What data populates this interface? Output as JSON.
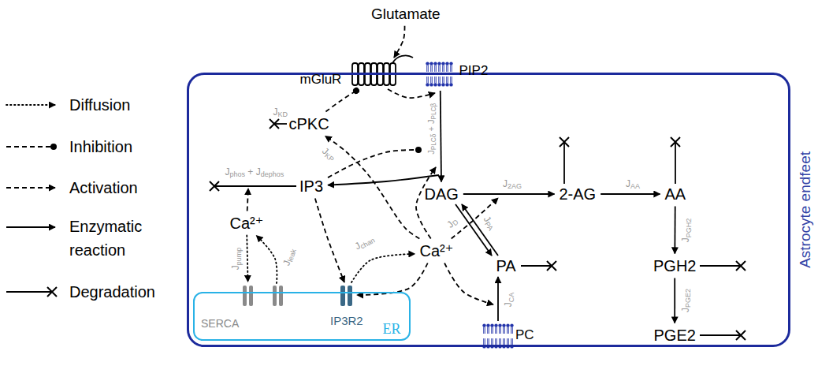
{
  "diagram": {
    "nodes": [
      {
        "text": [
          "Astrocyte endfeet"
        ]
      },
      {
        "text": [
          "Glutamate"
        ]
      },
      {
        "text": [
          "mGluR"
        ]
      },
      {
        "text": [
          "PIP2"
        ]
      },
      {
        "text": [
          "cPKC"
        ],
        "in": 0
      },
      {
        "text": [
          "IP3"
        ],
        "in": 0
      },
      {
        "text": [
          "Ca²⁺"
        ],
        "in": 0
      },
      {
        "text": [
          "DAG"
        ],
        "in": 0
      },
      {
        "text": [
          "2-AG"
        ],
        "in": 0
      },
      {
        "text": [
          "AA"
        ],
        "in": 0
      },
      {
        "text": [
          "Ca²⁺"
        ],
        "in": 0
      },
      {
        "text": [
          "PA"
        ],
        "in": 0
      },
      {
        "text": [
          "PGH2"
        ],
        "in": 0
      },
      {
        "text": [
          "PGE2"
        ],
        "in": 0
      },
      {
        "text": [
          "ER"
        ],
        "in": 0
      },
      {
        "text": [
          "SERCA"
        ],
        "in": 14
      },
      {
        "text": [
          "IP3R2"
        ],
        "in": 14
      },
      {
        "text": [
          "PC"
        ]
      }
    ],
    "edges": [
      {
        "from": 1,
        "to": 2,
        "arrow": "to"
      },
      {
        "from": 2,
        "to": 3,
        "arrow": "to"
      },
      {
        "from": 4,
        "to": 2,
        "arrow": "to"
      },
      {
        "from": 10,
        "to": 4,
        "arrow": "to",
        "label": "JKP"
      },
      {
        "from": 5,
        "to": 3,
        "arrow": "to"
      },
      {
        "from": 10,
        "to": 3,
        "arrow": "to"
      },
      {
        "from": 3,
        "to": 7,
        "arrow": "to",
        "label": "JPLCδ + JPLCβ"
      },
      {
        "from": 3,
        "to": 5,
        "arrow": "to"
      },
      {
        "from": 6,
        "to": 5,
        "arrow": "to"
      },
      {
        "from": 6,
        "to": 15,
        "arrow": "to",
        "label": "Jpump"
      },
      {
        "from": 14,
        "to": 6,
        "arrow": "to",
        "label": "Jleak"
      },
      {
        "from": 5,
        "to": 16,
        "arrow": "to"
      },
      {
        "from": 16,
        "to": 10,
        "arrow": "to",
        "label": "Jchan"
      },
      {
        "from": 10,
        "to": 16,
        "arrow": "to"
      },
      {
        "from": 7,
        "to": 8,
        "arrow": "to",
        "label": "J2AG"
      },
      {
        "from": 10,
        "to": 8,
        "arrow": "to",
        "label": "JD"
      },
      {
        "from": 7,
        "to": 11,
        "arrow": "to",
        "label": "JPA"
      },
      {
        "from": 11,
        "to": 7,
        "arrow": "to"
      },
      {
        "from": 10,
        "to": 11,
        "arrow": "to"
      },
      {
        "from": 17,
        "to": 11,
        "arrow": "to",
        "label": "JCA"
      },
      {
        "from": 8,
        "to": 9,
        "arrow": "to",
        "label": "JAA"
      },
      {
        "from": 9,
        "to": 12,
        "arrow": "to",
        "label": "JPGH2"
      },
      {
        "from": 12,
        "to": 13,
        "arrow": "to",
        "label": "JPGE2"
      }
    ],
    "labels": [
      "JKD",
      "Jphos + Jdephos"
    ],
    "legend": [
      {
        "text": "Diffusion"
      },
      {
        "text": "Inhibition"
      },
      {
        "text": "Activation"
      },
      {
        "text": "Enzymatic reaction"
      },
      {
        "text": "Degradation"
      }
    ]
  }
}
